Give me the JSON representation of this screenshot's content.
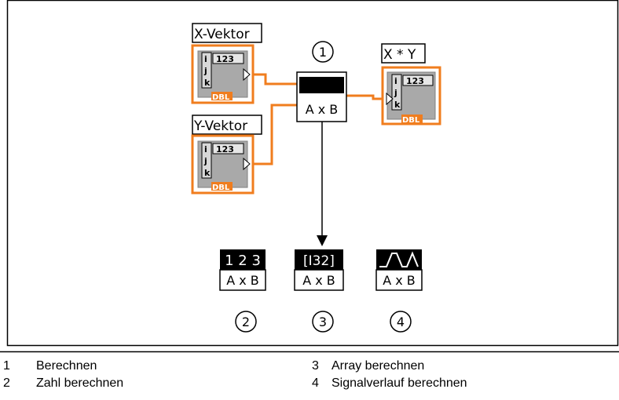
{
  "terminals": {
    "x_vector": {
      "label": "X-Vektor",
      "type_code": "123",
      "dims": [
        "i",
        "j",
        "k"
      ],
      "dtype": "DBL"
    },
    "y_vector": {
      "label": "Y-Vektor",
      "type_code": "123",
      "dims": [
        "i",
        "j",
        "k"
      ],
      "dtype": "DBL"
    },
    "result": {
      "label": "X * Y",
      "type_code": "123",
      "dims": [
        "i",
        "j",
        "k"
      ],
      "dtype": "DBL"
    }
  },
  "main_node": {
    "label": "A x B",
    "callout": "1"
  },
  "variants": [
    {
      "header": "1 2 3",
      "label": "A x B",
      "callout": "2"
    },
    {
      "header": "[I32]",
      "label": "A x B",
      "callout": "3"
    },
    {
      "header": "waveform",
      "label": "A x B",
      "callout": "4"
    }
  ],
  "legend": [
    {
      "num": "1",
      "text": "Berechnen"
    },
    {
      "num": "2",
      "text": "Zahl berechnen"
    },
    {
      "num": "3",
      "text": "Array berechnen"
    },
    {
      "num": "4",
      "text": "Signalverlauf berechnen"
    }
  ],
  "colors": {
    "wire": "#f07d1e",
    "terminal_fill": "#a9a9a9"
  }
}
